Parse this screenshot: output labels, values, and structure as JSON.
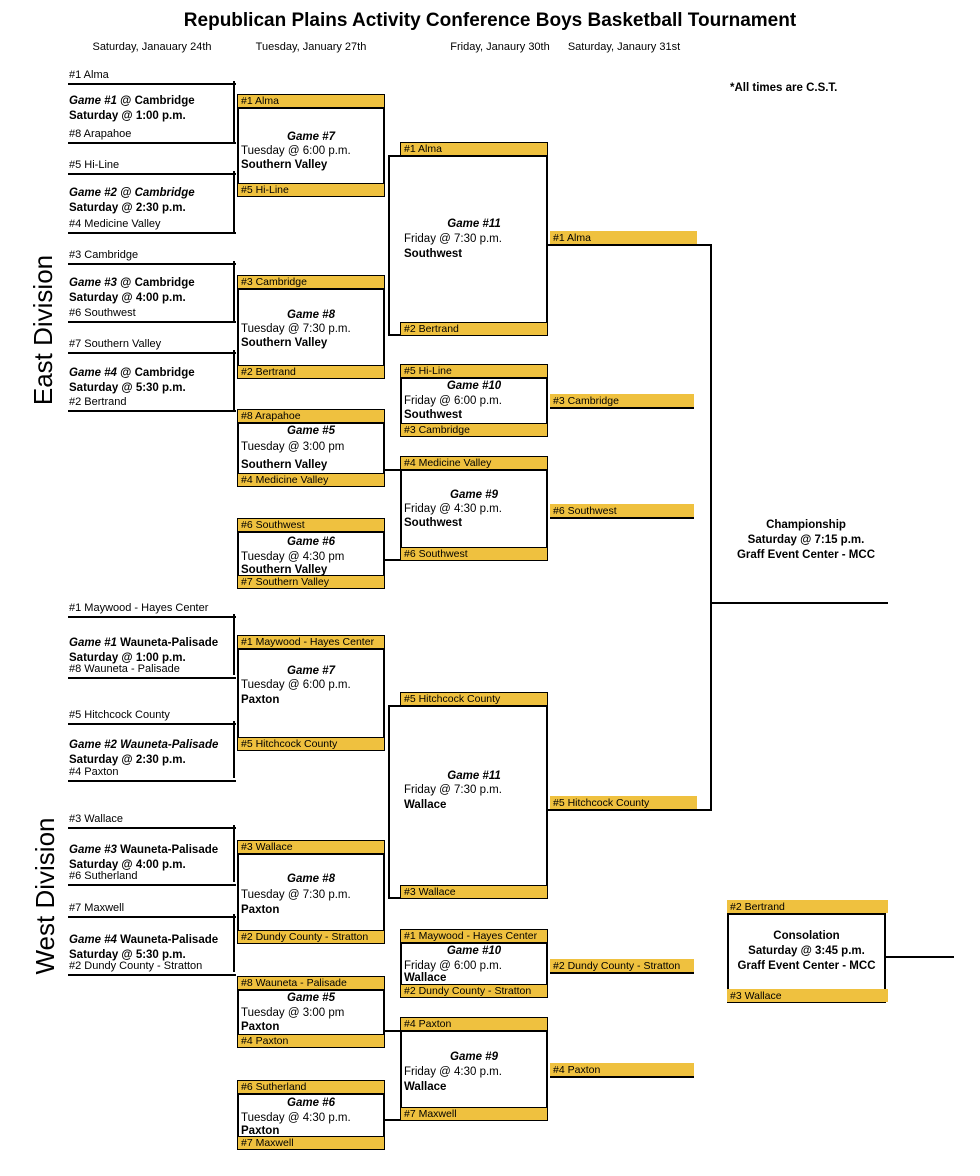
{
  "title": "Republican Plains Activity Conference Boys Basketball Tournament",
  "note": "*All times are C.S.T.",
  "columns": [
    "Saturday, Janauary 24th",
    "Tuesday, January 27th",
    "Friday, Janaury 30th",
    "Saturday, Janaury 31st"
  ],
  "divisions": {
    "east": "East Division",
    "west": "West Division"
  },
  "colors": {
    "highlight": "#EFC13F",
    "line": "#000000"
  },
  "east": {
    "r1": [
      {
        "seed1": "#1 Alma",
        "seed2": "#8 Arapahoe",
        "game": "Game #1",
        "site": "@ Cambridge",
        "time": "Saturday @ 1:00 p.m."
      },
      {
        "seed1": "#5 Hi-Line",
        "seed2": "#4 Medicine Valley",
        "game": "Game #2",
        "site": "@ Cambridge",
        "time": "Saturday @ 2:30 p.m."
      },
      {
        "seed1": "#3 Cambridge",
        "seed2": "#6 Southwest",
        "game": "Game #3",
        "site": "@ Cambridge",
        "time": "Saturday @ 4:00 p.m."
      },
      {
        "seed1": "#7 Southern Valley",
        "seed2": "#2 Bertrand",
        "game": "Game #4",
        "site": "@ Cambridge",
        "time": "Saturday @ 5:30 p.m."
      }
    ],
    "g7": {
      "label": "Game #7",
      "time": "Tuesday @ 6:00 p.m.",
      "site": "Southern Valley",
      "team1": "#1 Alma",
      "team2": "#5 Hi-Line"
    },
    "g8": {
      "label": "Game #8",
      "time": "Tuesday @ 7:30 p.m.",
      "site": "Southern Valley",
      "team1": "#3 Cambridge",
      "team2": "#2 Bertrand"
    },
    "g5": {
      "label": "Game #5",
      "time": "Tuesday @ 3:00 pm",
      "site": "Southern Valley",
      "team1": "#8 Arapahoe",
      "team2": "#4 Medicine Valley"
    },
    "g6": {
      "label": "Game #6",
      "time": "Tuesday @ 4:30 pm",
      "site": "Southern Valley",
      "team1": "#6 Southwest",
      "team2": "#7 Southern Valley"
    },
    "g11": {
      "label": "Game #11",
      "time": "Friday @ 7:30 p.m.",
      "site": "Southwest",
      "team1": "#1 Alma",
      "team2": "#2 Bertrand",
      "winner": "#1 Alma"
    },
    "g10": {
      "label": "Game #10",
      "time": "Friday @ 6:00 p.m.",
      "site": "Southwest",
      "team1": "#5 Hi-Line",
      "team2": "#3 Cambridge",
      "winner": "#3 Cambridge"
    },
    "g9": {
      "label": "Game #9",
      "time": "Friday @ 4:30 p.m.",
      "site": "Southwest",
      "team1": "#4 Medicine Valley",
      "team2": "#6 Southwest",
      "winner": "#6 Southwest"
    }
  },
  "west": {
    "r1": [
      {
        "seed1": "#1 Maywood - Hayes Center",
        "seed2": "#8 Wauneta - Palisade",
        "game": "Game #1",
        "site": "Wauneta-Palisade",
        "time": "Saturday @ 1:00 p.m."
      },
      {
        "seed1": "#5 Hitchcock County",
        "seed2": "#4 Paxton",
        "game": "Game #2",
        "site": "Wauneta-Palisade",
        "time": "Saturday @ 2:30 p.m."
      },
      {
        "seed1": "#3 Wallace",
        "seed2": "#6 Sutherland",
        "game": "Game #3",
        "site": "Wauneta-Palisade",
        "time": "Saturday @ 4:00 p.m."
      },
      {
        "seed1": "#7 Maxwell",
        "seed2": "#2 Dundy County - Stratton",
        "game": "Game #4",
        "site": "Wauneta-Palisade",
        "time": "Saturday @ 5:30 p.m."
      }
    ],
    "g7": {
      "label": "Game #7",
      "time": "Tuesday @ 6:00 p.m.",
      "site": "Paxton",
      "team1": "#1 Maywood - Hayes Center",
      "team2": "#5 Hitchcock County"
    },
    "g8": {
      "label": "Game #8",
      "time": "Tuesday @ 7:30 p.m.",
      "site": "Paxton",
      "team1": "#3 Wallace",
      "team2": "#2 Dundy County - Stratton"
    },
    "g5": {
      "label": "Game #5",
      "time": "Tuesday @ 3:00 pm",
      "site": "Paxton",
      "team1": "#8 Wauneta - Palisade",
      "team2": "#4 Paxton"
    },
    "g6": {
      "label": "Game #6",
      "time": "Tuesday @ 4:30 p.m.",
      "site": "Paxton",
      "team1": "#6 Sutherland",
      "team2": "#7 Maxwell"
    },
    "g11": {
      "label": "Game #11",
      "time": "Friday @ 7:30 p.m.",
      "site": "Wallace",
      "team1": "#5 Hitchcock County",
      "team2": "#3 Wallace",
      "winner": "#5 Hitchcock County"
    },
    "g10": {
      "label": "Game #10",
      "time": "Friday @ 6:00 p.m.",
      "site": "Wallace",
      "team1": "#1 Maywood - Hayes Center",
      "team2": "#2 Dundy County - Stratton",
      "winner": "#2 Dundy County - Stratton"
    },
    "g9": {
      "label": "Game #9",
      "time": "Friday @ 4:30 p.m.",
      "site": "Wallace",
      "team1": "#4 Paxton",
      "team2": "#7 Maxwell",
      "winner": "#4 Paxton"
    }
  },
  "championship": {
    "line1": "Championship",
    "line2": "Saturday @ 7:15 p.m.",
    "line3": "Graff Event Center - MCC"
  },
  "consolation": {
    "team1": "#2 Bertrand",
    "team2": "#3 Wallace",
    "line1": "Consolation",
    "line2": "Saturday @ 3:45 p.m.",
    "line3": "Graff Event Center - MCC"
  }
}
